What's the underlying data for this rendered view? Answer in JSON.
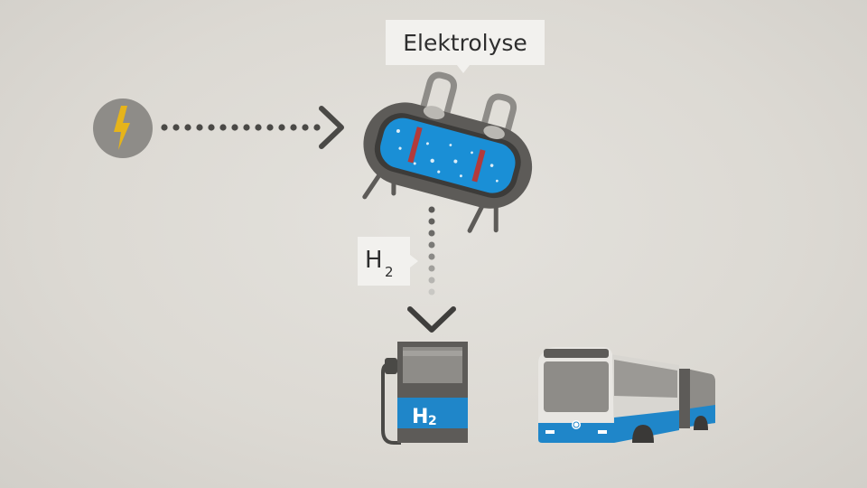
{
  "labels": {
    "process": "Elektrolyse",
    "gas_main": "H",
    "gas_sub": "2",
    "pump_main": "H",
    "pump_sub": "2"
  },
  "icons": {
    "power": "lightning-icon",
    "electrolyser": "electrolyser-tank-icon",
    "pump": "hydrogen-fuel-pump-icon",
    "bus": "articulated-bus-icon"
  },
  "colors": {
    "background": "#dcd9d3",
    "dark_gray": "#5d5b58",
    "mid_gray": "#8e8c88",
    "light_gray": "#bab8b3",
    "accent_blue": "#1f86c9",
    "tank_water": "#1a8fd6",
    "lightning": "#e6b41a",
    "electrode_red": "#b33a3a",
    "label_bg": "#f2f1ee"
  }
}
